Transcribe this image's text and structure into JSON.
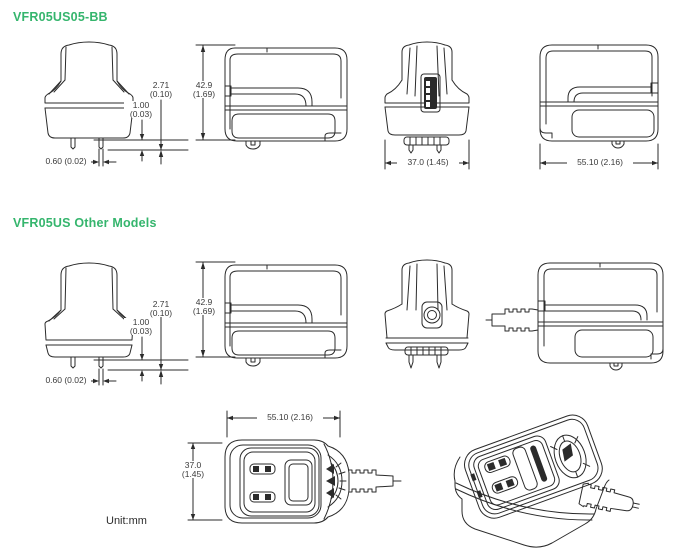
{
  "unit_label": "Unit:mm",
  "colors": {
    "heading_green": "#35b56d",
    "line": "#2b2b2b",
    "dim_text": "#3a3a3a"
  },
  "sections": [
    {
      "heading": "VFR05US05-BB",
      "dims": {
        "pin_gap_mm": "2.71",
        "pin_gap_in": "(0.10)",
        "plate_mm": "1.00",
        "plate_in": "(0.03)",
        "pin_width": "0.60 (0.02)",
        "height_mm": "42.9",
        "height_in": "(1.69)",
        "width": "37.0 (1.45)",
        "length": "55.10 (2.16)"
      }
    },
    {
      "heading": "VFR05US Other Models",
      "dims": {
        "pin_gap_mm": "2.71",
        "pin_gap_in": "(0.10)",
        "plate_mm": "1.00",
        "plate_in": "(0.03)",
        "pin_width": "0.60 (0.02)",
        "height_mm": "42.9",
        "height_in": "(1.69)"
      }
    }
  ],
  "bottom_view": {
    "length": "55.10 (2.16)",
    "width_mm": "37.0",
    "width_in": "(1.45)"
  }
}
